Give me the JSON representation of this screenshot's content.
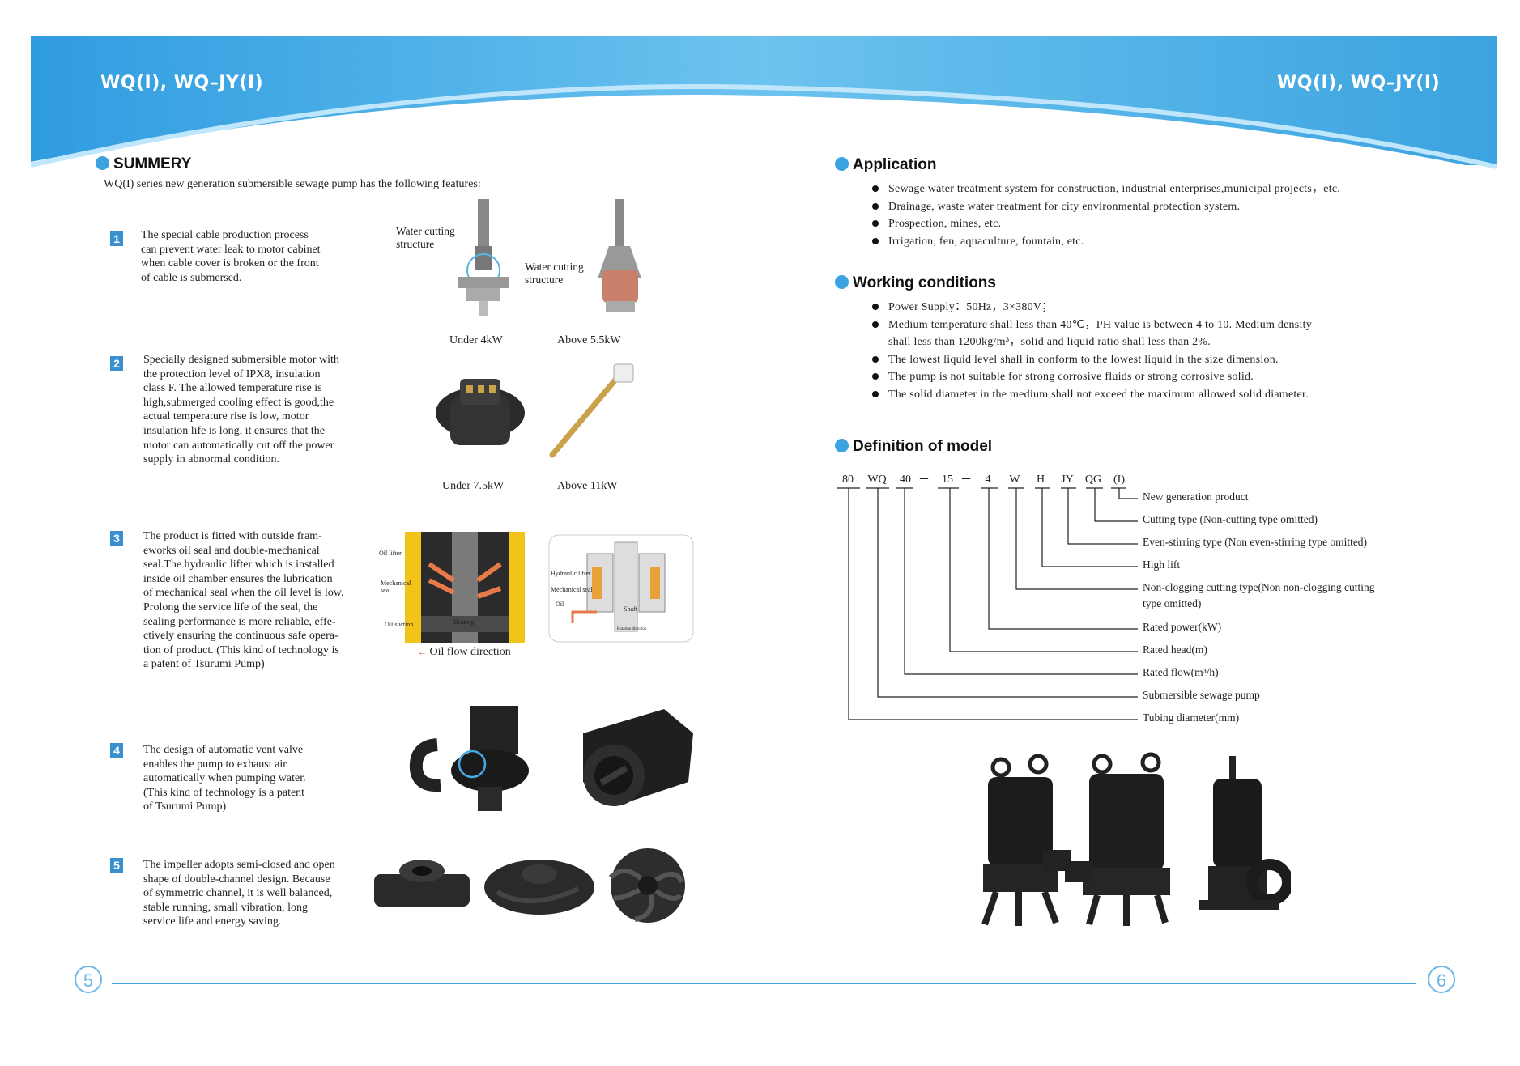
{
  "header": {
    "left_title": "WQ(I), WQ–JY(I)",
    "right_title": "WQ(I), WQ–JY(I)"
  },
  "colors": {
    "band": "#3ba3e0",
    "band_light": "#8fd0f3",
    "accent": "#3a8fd0",
    "rule": "#3ba3e0"
  },
  "summary": {
    "title": "SUMMERY",
    "intro": "WQ(I) series new generation submersible sewage pump has the following features:",
    "features": [
      {
        "num": "1",
        "lines": [
          "The special cable production process",
          "can prevent water leak to motor cabinet",
          "when cable cover is broken or the front",
          "of cable is submersed."
        ]
      },
      {
        "num": "2",
        "lines": [
          "Specially designed submersible motor with",
          "the protection level of IPX8, insulation",
          "class F. The allowed temperature rise is",
          "high,submerged cooling effect is good,the",
          "actual temperature rise is low, motor",
          "insulation life is long, it ensures that the",
          "motor can automatically cut off the power",
          "supply in abnormal condition."
        ]
      },
      {
        "num": "3",
        "lines": [
          "The product is fitted with outside fram-",
          "eworks oil seal and double-mechanical",
          "seal.The hydraulic lifter which is installed",
          "inside oil chamber ensures the lubrication",
          "of mechanical seal when the oil level is low.",
          "Prolong the service life of the seal, the",
          "sealing performance is more reliable, effe-",
          "ctively ensuring the continuous safe opera-",
          "tion of product. (This kind of technology is",
          "a patent of Tsurumi Pump)"
        ]
      },
      {
        "num": "4",
        "lines": [
          "The design of automatic vent valve",
          "enables the pump to exhaust air",
          "automatically when pumping water.",
          "(This kind of technology is a patent",
          "of Tsurumi Pump)"
        ]
      },
      {
        "num": "5",
        "lines": [
          "The impeller adopts semi-closed and open",
          "shape of double-channel design. Because",
          "of symmetric channel, it is well balanced,",
          "stable running, small vibration, long",
          "service life and energy saving."
        ]
      }
    ],
    "captions": {
      "water_cutting_1": "Water cutting\nstructure",
      "water_cutting_2": "Water cutting\nstructure",
      "under_4kw": "Under 4kW",
      "above_5_5kw": "Above 5.5kW",
      "under_7_5kw": "Under 7.5kW",
      "above_11kw": "Above 11kW",
      "oil_lifter": "Oil lifter",
      "mechanical_seal": "Mechanical\nseal",
      "oil_suction": "Oil suction",
      "bearing": "Bearing",
      "oil_flow": "Oil flow direction",
      "hydraulic_lifter": "Hydraulic lifter",
      "mechanical_seal_2": "Mechanical seal",
      "oil": "Oil",
      "shaft": "Shaft",
      "rotation_direction": "Rotation direction"
    }
  },
  "application": {
    "title": "Application",
    "items": [
      "Sewage water treatment system for construction, industrial enterprises,municipal projects，etc.",
      "Drainage, waste water treatment for city environmental protection system.",
      "Prospection, mines, etc.",
      "Irrigation, fen, aquaculture, fountain, etc."
    ]
  },
  "working": {
    "title": "Working conditions",
    "items": [
      {
        "text": "Power Supply：50Hz，3×380V；",
        "bullet": true
      },
      {
        "text": "Medium temperature shall less than 40℃，PH value is between 4 to 10. Medium density",
        "bullet": true
      },
      {
        "text": "shall less than 1200kg/m³，solid and liquid ratio shall less than 2%.",
        "bullet": false
      },
      {
        "text": "The lowest liquid level shall in conform to the lowest liquid in the size dimension.",
        "bullet": true
      },
      {
        "text": "The pump is not suitable for strong corrosive fluids or strong corrosive solid.",
        "bullet": true
      },
      {
        "text": "The solid diameter in the medium shall not exceed the maximum allowed solid diameter.",
        "bullet": true
      }
    ]
  },
  "model": {
    "title": "Definition of model",
    "codes": [
      "80",
      "WQ",
      "40",
      "–",
      "15",
      "–",
      "4",
      "W",
      "H",
      "JY",
      "QG",
      "(I)"
    ],
    "definitions": [
      "New generation product",
      "Cutting type (Non-cutting type omitted)",
      "Even-stirring type (Non even-stirring type omitted)",
      "High lift",
      "Non-clogging cutting type(Non non-clogging cutting",
      "type omitted)",
      "Rated power(kW)",
      "Rated head(m)",
      "Rated flow(m³/h)",
      "Submersible sewage pump",
      "Tubing diameter(mm)"
    ]
  },
  "pages": {
    "left": "5",
    "right": "6"
  }
}
